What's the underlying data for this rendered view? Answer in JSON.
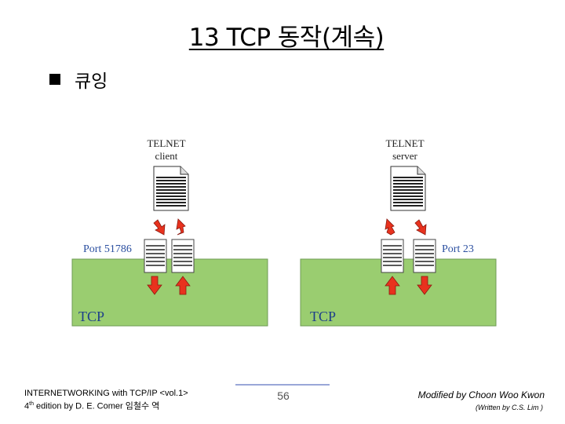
{
  "slide": {
    "title": "13 TCP 동작(계속)",
    "bullet": "큐잉"
  },
  "diagram": {
    "client": {
      "app_line1": "TELNET",
      "app_line2": "client",
      "port": "Port 51786",
      "layer": "TCP"
    },
    "server": {
      "app_line1": "TELNET",
      "app_line2": "server",
      "port": "Port 23",
      "layer": "TCP"
    },
    "colors": {
      "tcp_box": "#9acd70",
      "arrow": "#e8321e"
    }
  },
  "footer": {
    "left_line1": "INTERNETWORKING with TCP/IP <vol.1>",
    "left_line2_num": "4",
    "left_line2_sup": "th",
    "left_line2_rest": " edition by D. E. Comer 임철수 역",
    "page_number": "56",
    "right_line1": "Modified by Choon Woo Kwon",
    "right_line2": "(Written by C.S. Lim )"
  }
}
